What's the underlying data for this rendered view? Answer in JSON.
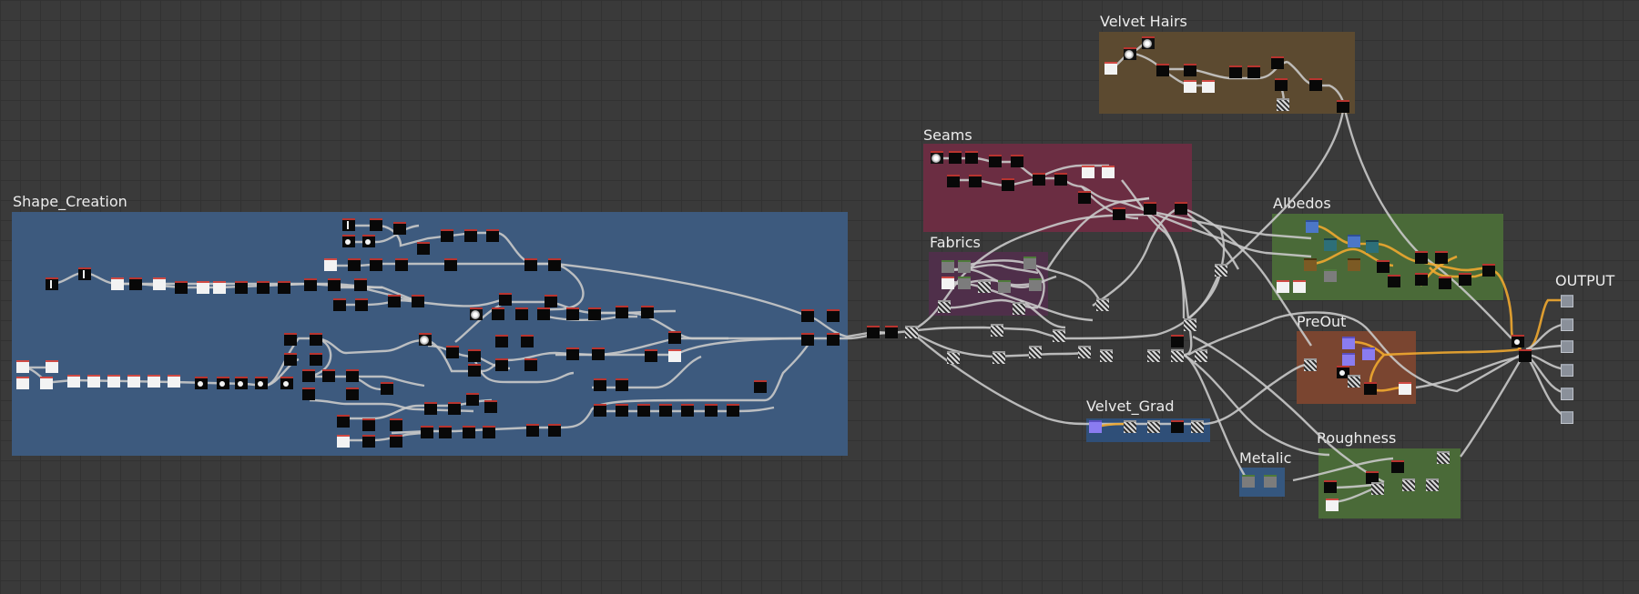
{
  "app": {
    "frames": [
      {
        "id": "shape_creation",
        "title": "Shape_Creation",
        "color": "#3d5a7e"
      },
      {
        "id": "velvet_hairs",
        "title": "Velvet Hairs",
        "color": "#5c4a30"
      },
      {
        "id": "seams",
        "title": "Seams",
        "color": "#6b2d42"
      },
      {
        "id": "fabrics",
        "title": "Fabrics",
        "color": "#4f2f4a"
      },
      {
        "id": "albedos",
        "title": "Albedos",
        "color": "#4a6a38"
      },
      {
        "id": "output",
        "title": "OUTPUT",
        "color": ""
      },
      {
        "id": "preout",
        "title": "PreOut",
        "color": "#7a4530"
      },
      {
        "id": "velvet_grad",
        "title": "Velvet_Grad",
        "color": "#2f4f78"
      },
      {
        "id": "metalic",
        "title": "Metalic",
        "color": "#35577f"
      },
      {
        "id": "roughness",
        "title": "Roughness",
        "color": "#4a6a38"
      }
    ],
    "colors": {
      "canvas": "#3a3a3a",
      "wire": "#c9c9c9",
      "highlight_wire": "#f0a830"
    }
  }
}
